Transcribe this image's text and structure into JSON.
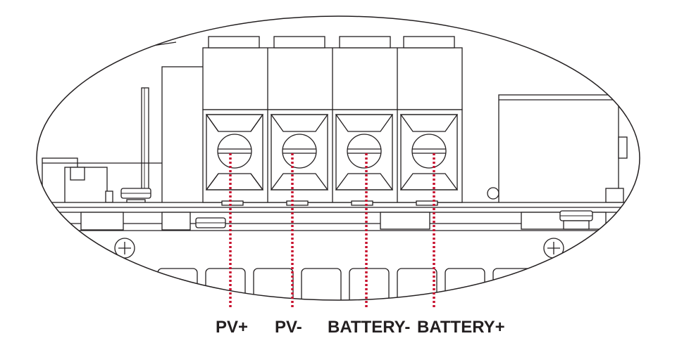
{
  "terminals": [
    {
      "label": "PV+"
    },
    {
      "label": "PV-"
    },
    {
      "label": "BATTERY-"
    },
    {
      "label": "BATTERY+"
    }
  ],
  "colors": {
    "line": "#231f20",
    "marker": "#c8102e",
    "background": "#ffffff"
  }
}
